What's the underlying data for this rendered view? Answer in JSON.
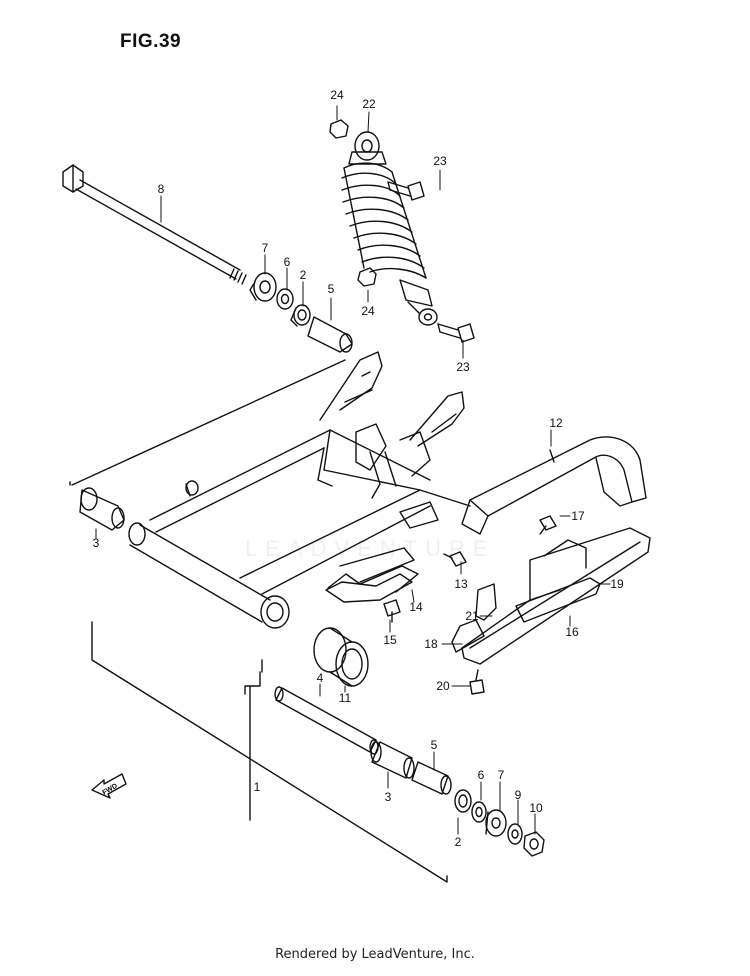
{
  "figure": {
    "title": "FIG.39",
    "footer": "Rendered by LeadVenture, Inc.",
    "watermark": "LEADVENTURE",
    "fwd_label": "FWD"
  },
  "callouts": [
    {
      "id": "c24a",
      "label": "24"
    },
    {
      "id": "c22",
      "label": "22"
    },
    {
      "id": "c23a",
      "label": "23"
    },
    {
      "id": "c8",
      "label": "8"
    },
    {
      "id": "c7a",
      "label": "7"
    },
    {
      "id": "c6a",
      "label": "6"
    },
    {
      "id": "c2a",
      "label": "2"
    },
    {
      "id": "c5a",
      "label": "5"
    },
    {
      "id": "c24b",
      "label": "24"
    },
    {
      "id": "c23b",
      "label": "23"
    },
    {
      "id": "c12",
      "label": "12"
    },
    {
      "id": "c17",
      "label": "17"
    },
    {
      "id": "c3a",
      "label": "3"
    },
    {
      "id": "c13",
      "label": "13"
    },
    {
      "id": "c19",
      "label": "19"
    },
    {
      "id": "c14",
      "label": "14"
    },
    {
      "id": "c21",
      "label": "21"
    },
    {
      "id": "c16",
      "label": "16"
    },
    {
      "id": "c15",
      "label": "15"
    },
    {
      "id": "c18",
      "label": "18"
    },
    {
      "id": "c20",
      "label": "20"
    },
    {
      "id": "c4",
      "label": "4"
    },
    {
      "id": "c11",
      "label": "11"
    },
    {
      "id": "c5b",
      "label": "5"
    },
    {
      "id": "c6b",
      "label": "6"
    },
    {
      "id": "c7b",
      "label": "7"
    },
    {
      "id": "c9",
      "label": "9"
    },
    {
      "id": "c10",
      "label": "10"
    },
    {
      "id": "c1",
      "label": "1"
    },
    {
      "id": "c3b",
      "label": "3"
    },
    {
      "id": "c2b",
      "label": "2"
    }
  ]
}
